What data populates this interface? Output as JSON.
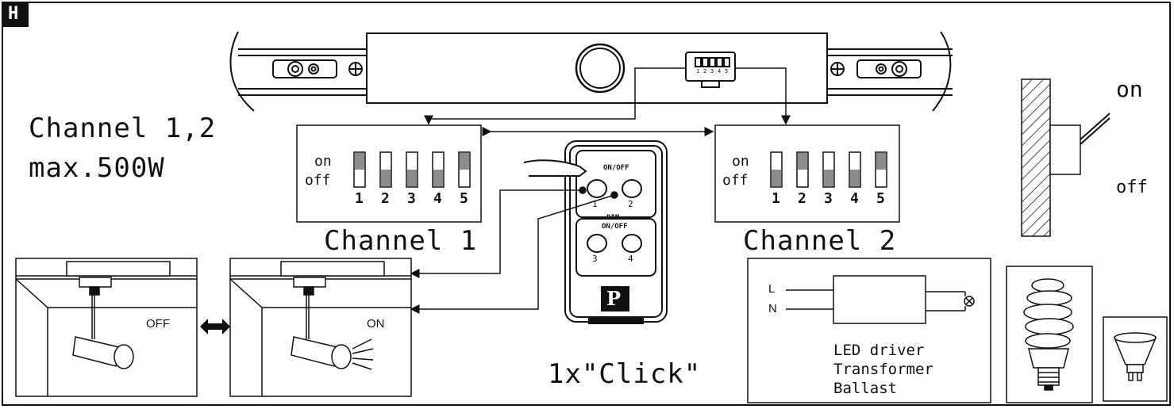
{
  "section_label": "H",
  "heading": {
    "line1": "Channel 1,2",
    "line2": "max.500W"
  },
  "dip_panel_1": {
    "on": "on",
    "off": "off",
    "numbers": [
      "1",
      "2",
      "3",
      "4",
      "5"
    ],
    "states": [
      "on",
      "off",
      "off",
      "off",
      "on"
    ],
    "caption": "Channel 1"
  },
  "dip_panel_2": {
    "on": "on",
    "off": "off",
    "numbers": [
      "1",
      "2",
      "3",
      "4",
      "5"
    ],
    "states": [
      "off",
      "on",
      "off",
      "off",
      "on"
    ],
    "caption": "Channel 2"
  },
  "remote": {
    "onoff_label": "ON/OFF",
    "dim_label": "DIM",
    "dim_onoff_label": "ON/OFF",
    "buttons": [
      "1",
      "2",
      "3",
      "4"
    ],
    "logo": "P"
  },
  "click_text": "1x\"Click\"",
  "lamp_off_label": "OFF",
  "lamp_on_label": "ON",
  "wall_switch": {
    "on": "on",
    "off": "off"
  },
  "driver_box": {
    "l": "L",
    "n": "N",
    "line1": "LED driver",
    "line2": "Transformer",
    "line3": "Ballast"
  },
  "track_switch_digits": [
    "1",
    "2",
    "3",
    "4",
    "5"
  ]
}
